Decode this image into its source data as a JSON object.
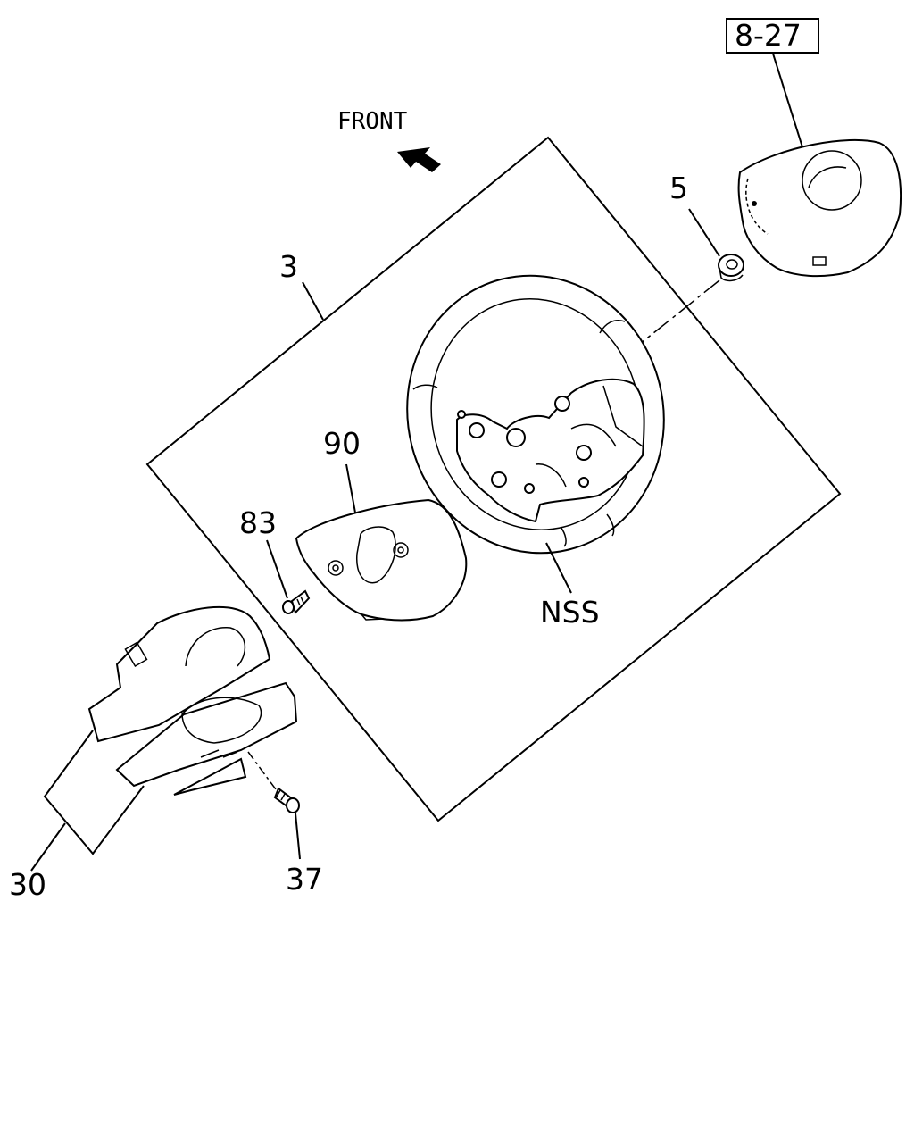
{
  "direction_label": "FRONT",
  "ref_box": "8-27",
  "callouts": {
    "c3": "3",
    "c5": "5",
    "c90": "90",
    "c83": "83",
    "cNSS": "NSS",
    "c30": "30",
    "c37": "37"
  }
}
